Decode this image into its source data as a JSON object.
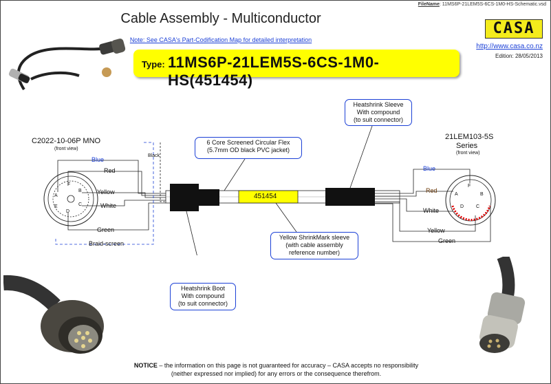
{
  "filename": {
    "label": "FileName",
    "value": ": 11MS6P-21LEM5S-6CS-1M0-HS-Schematic.vsd"
  },
  "title": "Cable Assembly - Multiconductor",
  "note": "Note: See CASA's Part-Codification Map for detailed interpretation",
  "type_label": "Type:",
  "type_value": "11MS6P-21LEM5S-6CS-1M0-HS(451454)",
  "logo_text": "CASA",
  "url": "http://www.casa.co.nz",
  "edition": "Edition: 28/05/2013",
  "left_connector": {
    "name": "C2022-10-06P MNO",
    "view": "(front view)",
    "pins": [
      "A",
      "B",
      "C",
      "D",
      "E",
      "F"
    ]
  },
  "right_connector": {
    "name_line1": "21LEM103-5S",
    "name_line2": "Series",
    "view": "(front view)",
    "pins": [
      "F",
      "A",
      "B",
      "C",
      "D"
    ]
  },
  "wires_left": {
    "blue": "Blue",
    "red": "Red",
    "yellow": "Yellow",
    "white": "White",
    "green": "Green",
    "black": "Black",
    "braid": "Braid-screen"
  },
  "wires_right": {
    "blue": "Blue",
    "red": "Red",
    "white": "White",
    "yellow": "Yellow",
    "green": "Green"
  },
  "callouts": {
    "cable": [
      "6 Core Screened Circular Flex",
      "(5.7mm OD black PVC jacket)"
    ],
    "sleeve": [
      "Heatshrink Sleeve",
      "With compound",
      "(to suit connector)"
    ],
    "shrinkmark": [
      "Yellow ShrinkMark sleeve",
      "(with cable assembly",
      "reference number)"
    ],
    "boot": [
      "Heatshrink Boot",
      "With compound",
      "(to suit connector)"
    ]
  },
  "marker_label": "451454",
  "notice_bold": "NOTICE",
  "notice_text1": " – the information on this page is not guaranteed for accuracy – CASA accepts no responsibility",
  "notice_text2": "(neither expressed nor implied) for any errors or the consequence therefrom.",
  "colors": {
    "accent_blue": "#1a3fd6",
    "type_yellow": "#ffff00",
    "logo_yellow": "#f4ec1c",
    "marker_yellow": "#ffff00",
    "highlight_red": "#e00000"
  }
}
